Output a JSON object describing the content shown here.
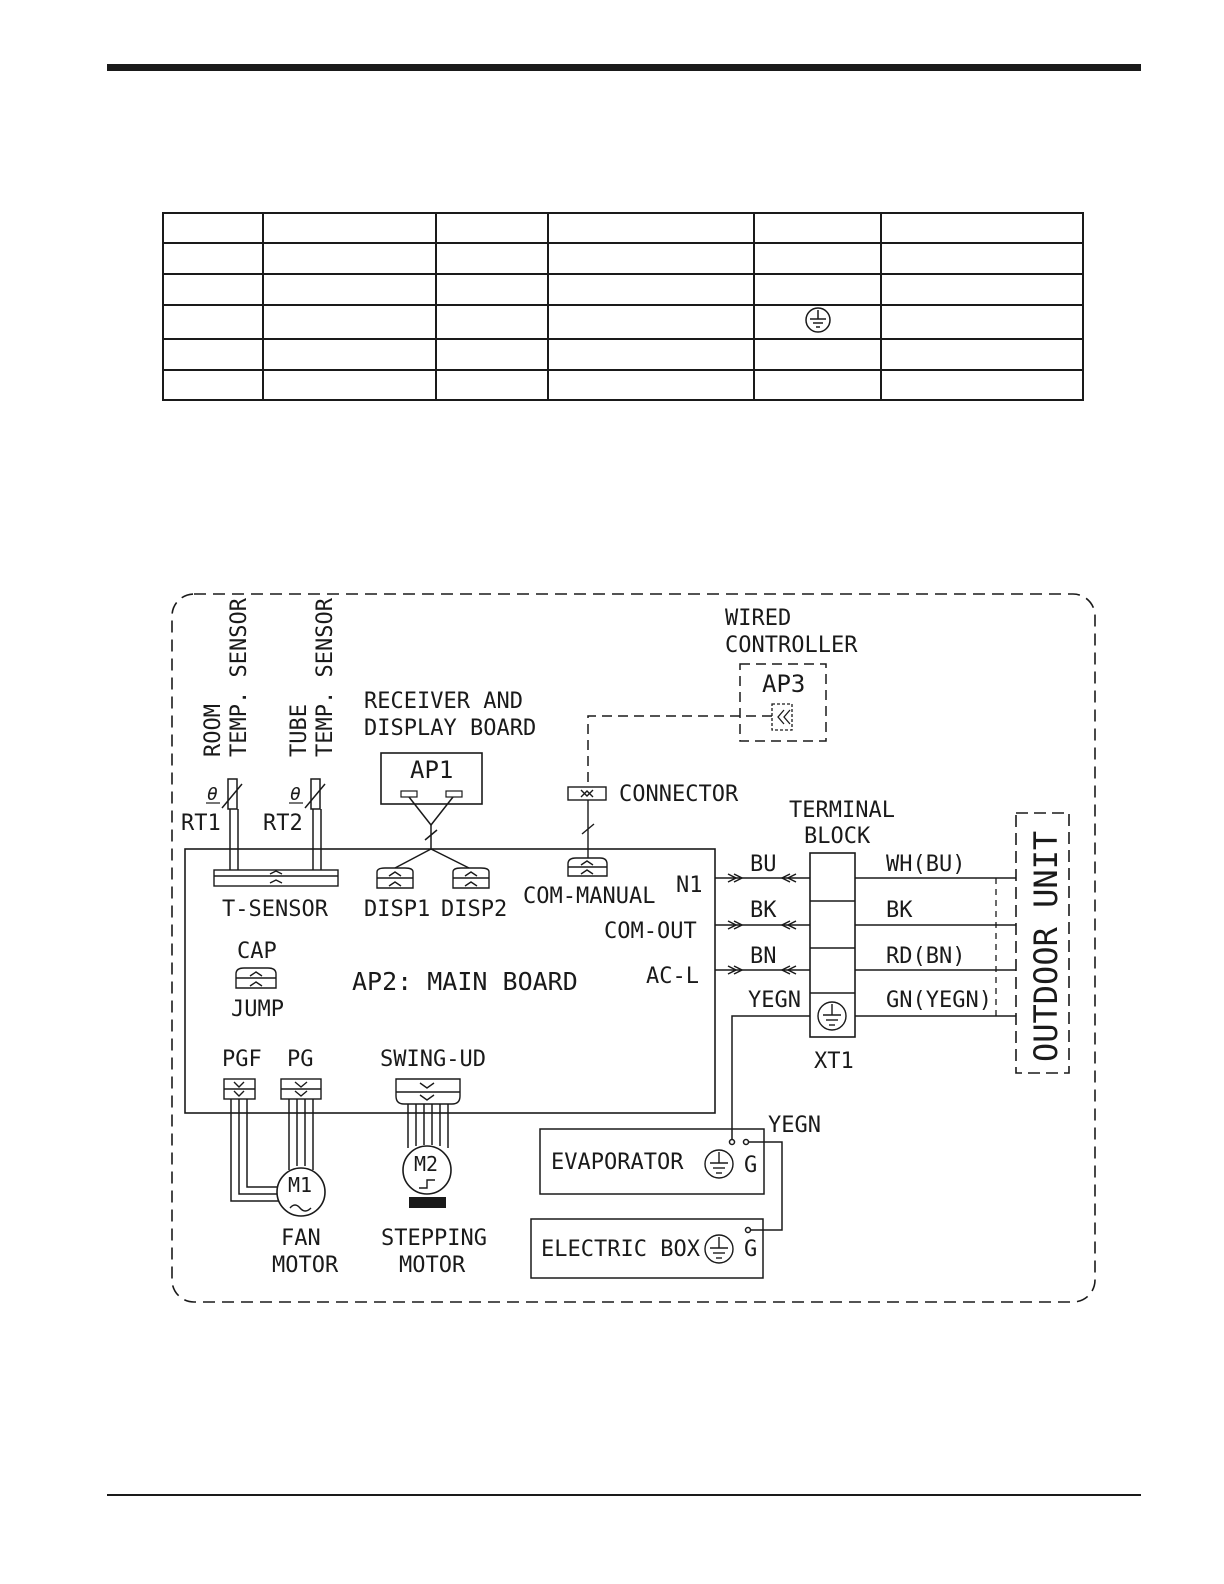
{
  "diagram": {
    "room_temp_sensor_1": "ROOM",
    "room_temp_sensor_2": "TEMP. SENSOR",
    "tube_temp_sensor_1": "TUBE",
    "tube_temp_sensor_2": "TEMP. SENSOR",
    "receiver_1": "RECEIVER AND",
    "receiver_2": "DISPLAY BOARD",
    "ap1": "AP1",
    "wired_1": "WIRED",
    "wired_2": "CONTROLLER",
    "ap3": "AP3",
    "connector": "CONNECTOR",
    "terminal_1": "TERMINAL",
    "terminal_2": "BLOCK",
    "rt1": "RT1",
    "rt2": "RT2",
    "t_sensor": "T-SENSOR",
    "disp1": "DISP1",
    "disp2": "DISP2",
    "com_manual": "COM-MANUAL",
    "n1": "N1",
    "com_out": "COM-OUT",
    "ac_l": "AC-L",
    "cap": "CAP",
    "jump": "JUMP",
    "main_board": "AP2: MAIN BOARD",
    "pgf": "PGF",
    "pg": "PG",
    "swing_ud": "SWING-UD",
    "m1": "M1",
    "m2": "M2",
    "fan_1": "FAN",
    "fan_2": "MOTOR",
    "stepping_1": "STEPPING",
    "stepping_2": "MOTOR",
    "wire_bu": "BU",
    "wire_bk": "BK",
    "wire_bn": "BN",
    "wire_yegn": "YEGN",
    "out_wh": "WH(BU)",
    "out_bk": "BK",
    "out_rd": "RD(BN)",
    "out_gn": "GN(YEGN)",
    "xt1": "XT1",
    "outdoor_unit": "OUTDOOR UNIT",
    "yegn_ground": "YEGN",
    "evaporator": "EVAPORATOR",
    "evap_g": "G",
    "electric_box": "ELECTRIC BOX",
    "ebox_g": "G"
  }
}
